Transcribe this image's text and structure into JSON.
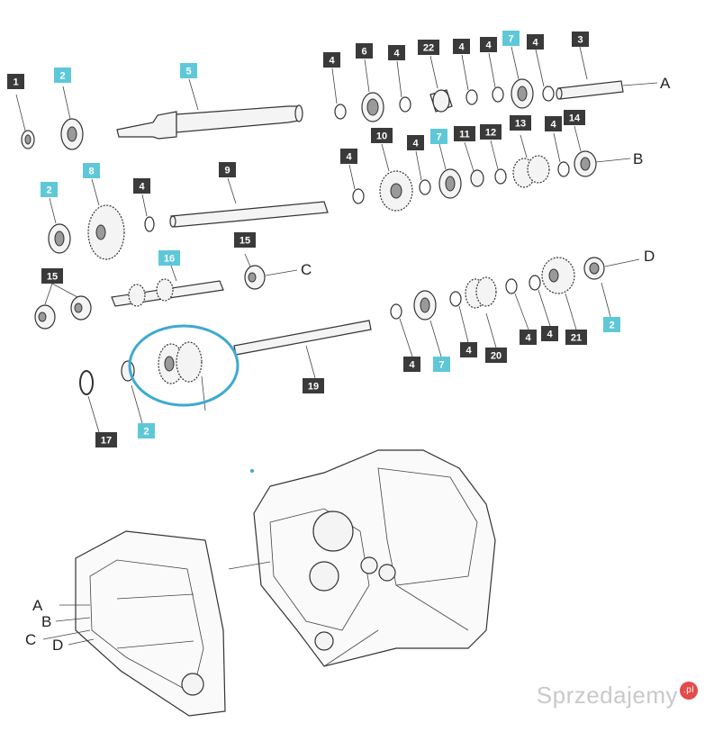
{
  "callouts": {
    "l1": "1",
    "l2a": "2",
    "l5": "5",
    "l4a": "4",
    "l6": "6",
    "l4b": "4",
    "l22": "22",
    "l4c": "4",
    "l4d": "4",
    "l7a": "7",
    "l4e": "4",
    "l3": "3",
    "l4f": "4",
    "l10": "10",
    "l4g": "4",
    "l7b": "7",
    "l11": "11",
    "l12": "12",
    "l13": "13",
    "l4h": "4",
    "l14": "14",
    "l2b": "2",
    "l8": "8",
    "l4i": "4",
    "l9": "9",
    "l15a": "15",
    "l15b": "15",
    "l16": "16",
    "l4j": "4",
    "l7c": "7",
    "l4k": "4",
    "l20": "20",
    "l4l": "4",
    "l4m": "4",
    "l21": "21",
    "l2c": "2",
    "l17": "17",
    "l2d": "2",
    "l19": "19"
  },
  "letters": {
    "A": "A",
    "B": "B",
    "C": "C",
    "D": "D",
    "A2": "A",
    "B2": "B",
    "C2": "C",
    "D2": "D"
  },
  "watermark": {
    "brand": "Sprzedajemy",
    "suffix": ".pl"
  },
  "highlight_color": "#3fa9d0"
}
